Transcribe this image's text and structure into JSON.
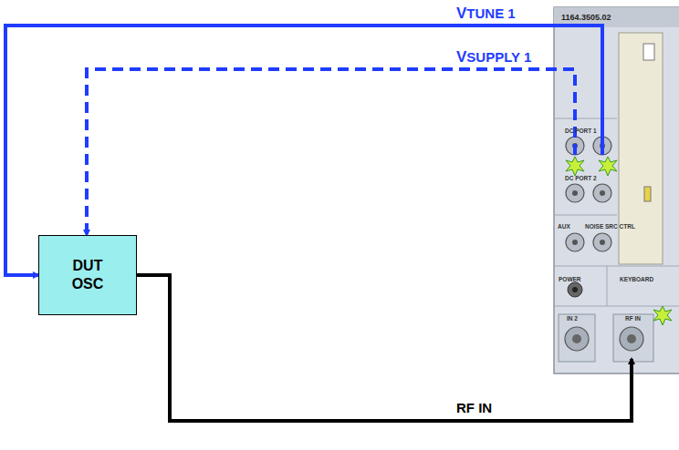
{
  "diagram": {
    "nodes": [
      {
        "text": [
          "DUT OSC"
        ]
      },
      {
        "text": [
          "1164.3505.02",
          "DC PORT 1",
          "DC PORT 2",
          "AUX",
          "NOISE SRC CTRL",
          "POWER",
          "KEYBOARD",
          "IN 2",
          "RF IN"
        ]
      }
    ],
    "edges": [
      {
        "from": 1,
        "to": 0,
        "arrow": "to",
        "label": "VTUNE 1"
      },
      {
        "from": 1,
        "to": 0,
        "arrow": "to",
        "label": "VSUPPLY 1"
      },
      {
        "from": 0,
        "to": 1,
        "arrow": "to",
        "label": "RF IN"
      }
    ]
  }
}
